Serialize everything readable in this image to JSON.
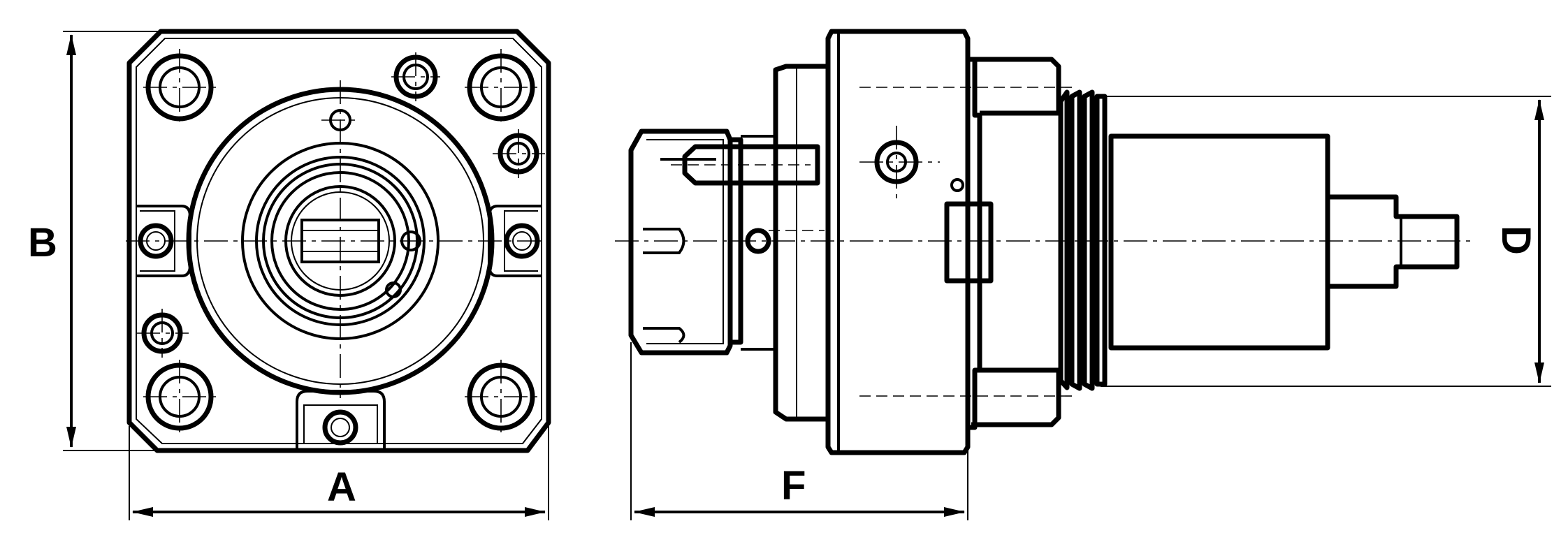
{
  "drawing": {
    "front_view_label": "",
    "side_view_label": "",
    "dimensions": {
      "width_label": "A",
      "height_label": "B",
      "length_label": "F",
      "diameter_label": "D"
    },
    "colors": {
      "line": "#000000",
      "background": "#ffffff"
    }
  }
}
